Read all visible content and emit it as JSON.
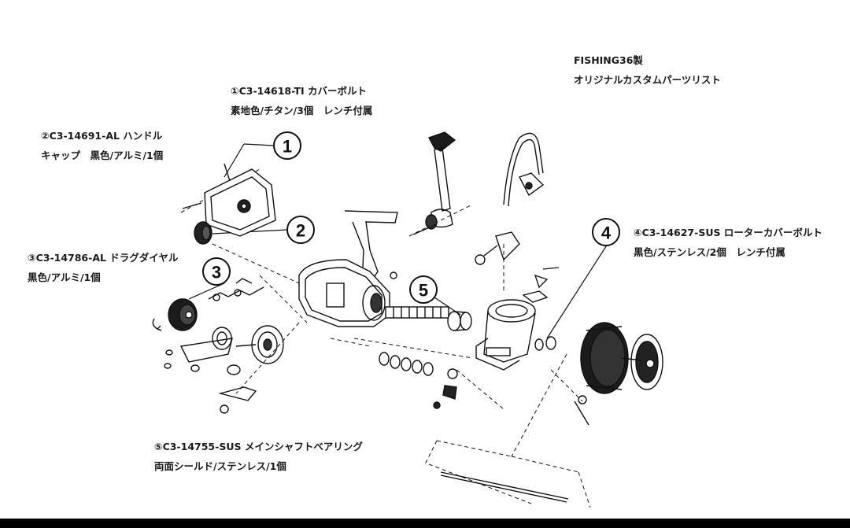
{
  "header": {
    "line1": "FISHING36製",
    "line2": "オリジナルカスタムパーツリスト"
  },
  "callouts": {
    "c1": {
      "marker": "①",
      "line1": "①C3-14618-TI カバーボルト",
      "line2": "素地色/チタン/3個　レンチ付属"
    },
    "c2": {
      "marker": "②",
      "line1": "②C3-14691-AL ハンドル",
      "line2": "キャップ　黒色/アルミ/1個"
    },
    "c3": {
      "marker": "③",
      "line1": "③C3-14786-AL ドラグダイヤル",
      "line2": "黒色/アルミ/1個"
    },
    "c4": {
      "marker": "④",
      "line1": "④C3-14627-SUS ローターカバーボルト",
      "line2": "黒色/ステンレス/2個　レンチ付属"
    },
    "c5": {
      "marker": "⑤",
      "line1": "⑤C3-14755-SUS メインシャフトベアリング",
      "line2": "両面シールド/ステンレス/1個"
    }
  },
  "markers": [
    "1",
    "2",
    "3",
    "4",
    "5"
  ]
}
